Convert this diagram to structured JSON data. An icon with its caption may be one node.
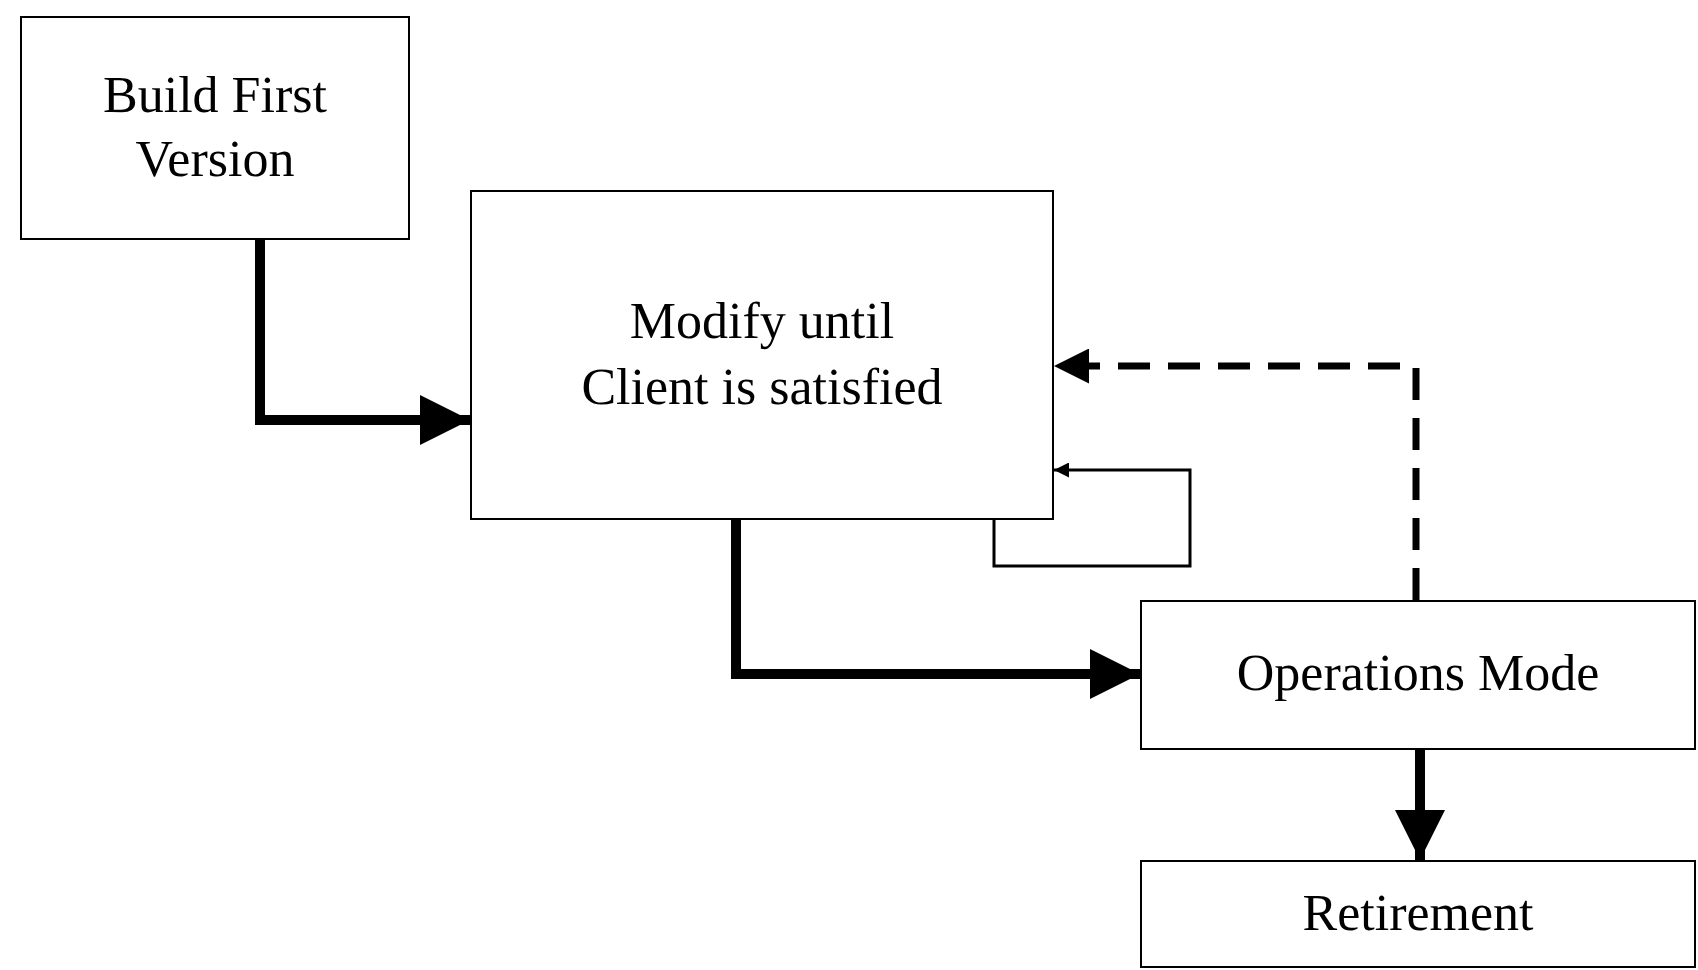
{
  "diagram": {
    "nodes": [
      {
        "text": [
          "Build First Version"
        ]
      },
      {
        "text": [
          "Modify until Client is satisfied"
        ]
      },
      {
        "text": [
          "Operations Mode"
        ]
      },
      {
        "text": [
          "Retirement"
        ]
      }
    ],
    "edges": [
      {
        "from": 0,
        "to": 1,
        "arrow": "to"
      },
      {
        "from": 1,
        "to": 1,
        "arrow": "to"
      },
      {
        "from": 1,
        "to": 2,
        "arrow": "to"
      },
      {
        "from": 2,
        "to": 1,
        "arrow": "to",
        "style": "dashed"
      },
      {
        "from": 2,
        "to": 3,
        "arrow": "to"
      }
    ]
  }
}
